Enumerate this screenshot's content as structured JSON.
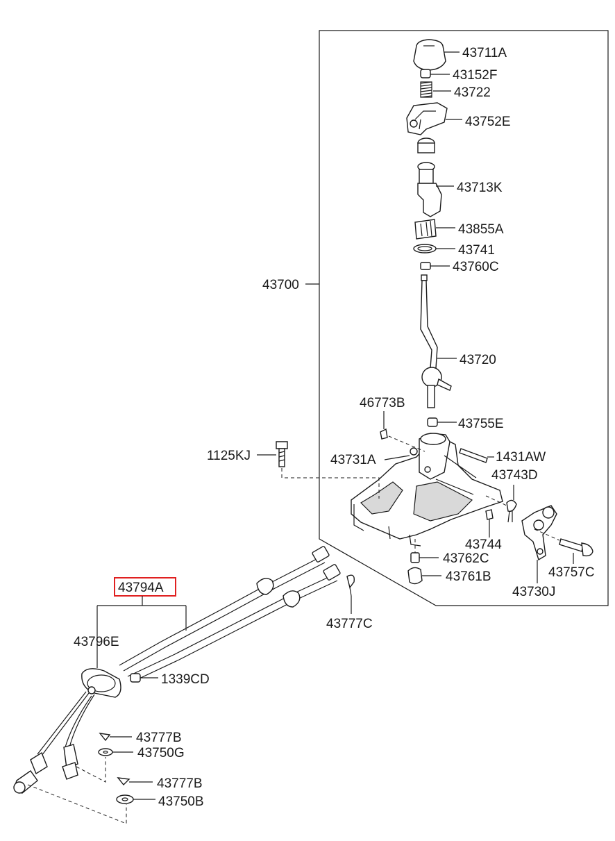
{
  "diagram": {
    "highlight_color": "#e02020",
    "labels": {
      "l43711A": "43711A",
      "l43152F": "43152F",
      "l43722": "43722",
      "l43752E": "43752E",
      "l43713K": "43713K",
      "l43855A": "43855A",
      "l43741": "43741",
      "l43760C": "43760C",
      "l43700": "43700",
      "l43720": "43720",
      "l46773B": "46773B",
      "l43755E": "43755E",
      "l1125KJ": "1125KJ",
      "l43731A": "43731A",
      "l1431AW": "1431AW",
      "l43743D": "43743D",
      "l43744": "43744",
      "l43762C": "43762C",
      "l43761B": "43761B",
      "l43757C": "43757C",
      "l43730J": "43730J",
      "l43794A": "43794A",
      "l43777C": "43777C",
      "l43796E": "43796E",
      "l1339CD": "1339CD",
      "l43777B_1": "43777B",
      "l43750G": "43750G",
      "l43777B_2": "43777B",
      "l43750B": "43750B"
    }
  }
}
